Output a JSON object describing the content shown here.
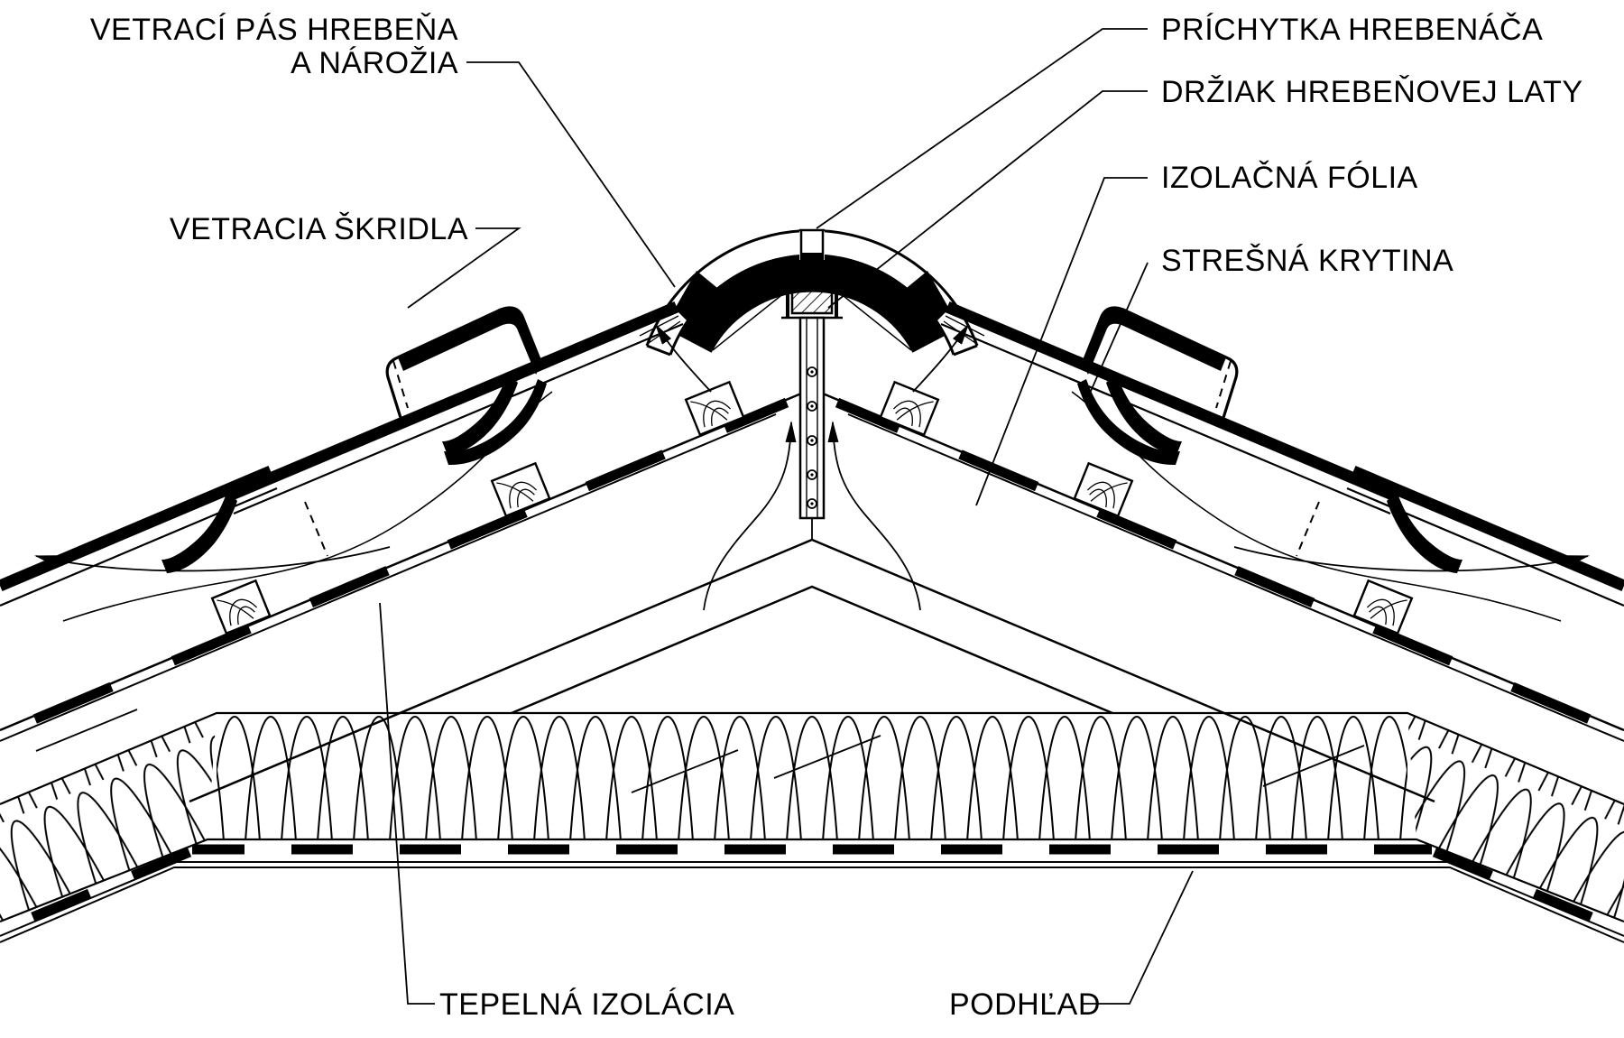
{
  "diagram": {
    "title_note": "",
    "colors": {
      "ink": "#000000",
      "background": "#ffffff"
    },
    "labels": {
      "vetraci_pas_line1": "VETRACÍ PÁS HREBEŇA",
      "vetraci_pas_line2": "A NÁROŽIA",
      "prichytka": "PRÍCHYTKA HREBENÁČA",
      "drziak": "DRŽIAK HREBEŇOVEJ LATY",
      "izolacna_folia": "IZOLAČNÁ FÓLIA",
      "stresna_krytina": "STREŠNÁ KRYTINA",
      "vetracia_skridla": "VETRACIA ŠKRIDLA",
      "tepelna_izolacia": "TEPELNÁ IZOLÁCIA",
      "podhlad": "PODHĽAD"
    }
  }
}
